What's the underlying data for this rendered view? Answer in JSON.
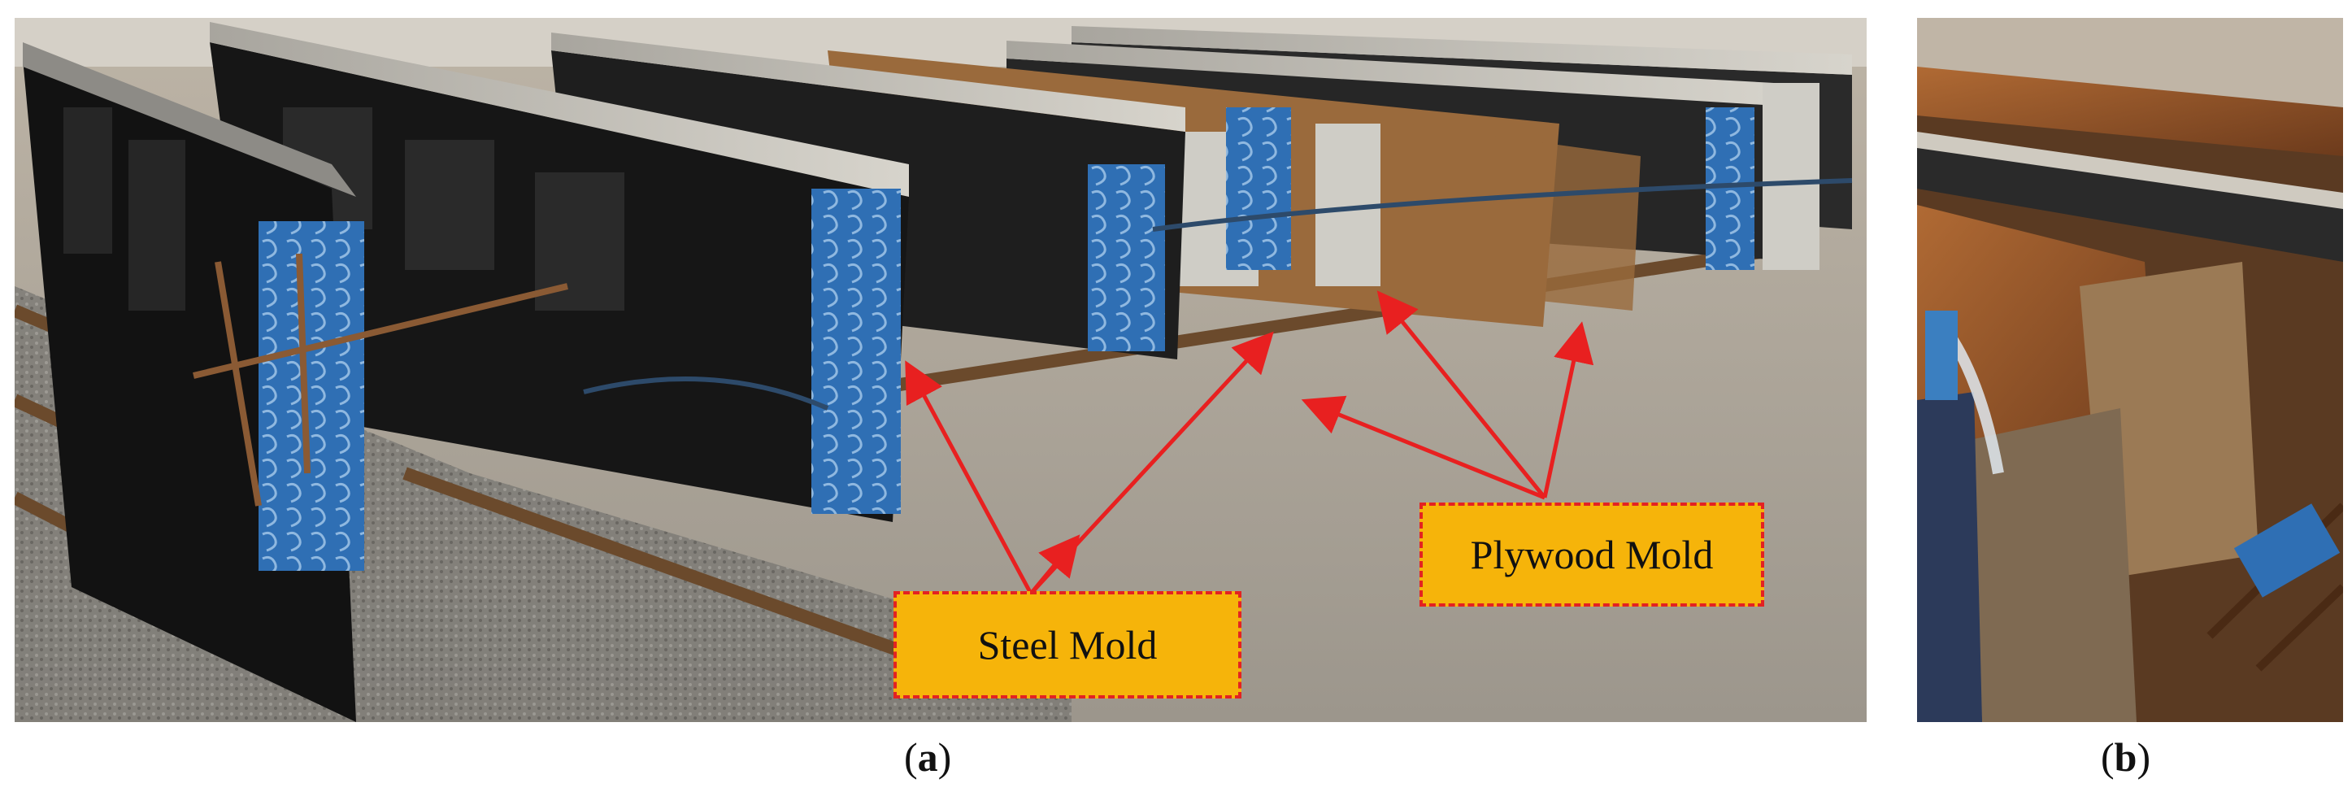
{
  "figure": {
    "panels": [
      {
        "id": "a",
        "caption_open": "(",
        "caption_letter": "a",
        "caption_close": ")"
      },
      {
        "id": "b",
        "caption_open": "(",
        "caption_letter": "b",
        "caption_close": ")"
      }
    ],
    "annotations": {
      "steel_mold": "Steel Mold",
      "plywood_mold": "Plywood Mold"
    },
    "colors": {
      "callout_fill": "#f6b40a",
      "callout_border": "#e32222",
      "arrow": "#e82020"
    }
  }
}
